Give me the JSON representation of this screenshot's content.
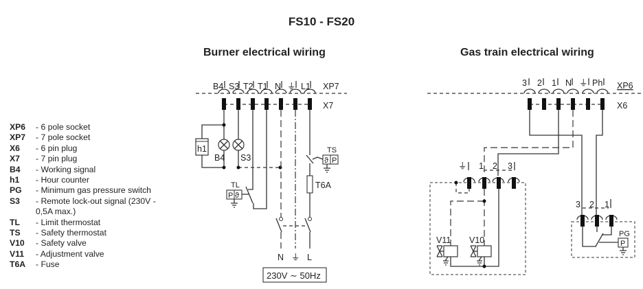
{
  "title": "FS10 - FS20",
  "burner": {
    "subtitle": "Burner electrical wiring",
    "socket_label": "XP7",
    "plug_label": "X7",
    "terminals": [
      "B4",
      "S3",
      "T2",
      "T1",
      "N",
      "⏚",
      "L1"
    ],
    "components": {
      "h1": "h1",
      "b4": "B4",
      "s3": "S3",
      "tl": "TL",
      "tl_p": "P",
      "tl_theta": "ϑ",
      "ts": "TS",
      "ts_p": "P",
      "ts_theta": "ϑ",
      "fuse": "T6A"
    },
    "supply": {
      "n": "N",
      "earth": "⏚",
      "l": "L",
      "rating": "230V ∼ 50Hz"
    }
  },
  "gas": {
    "subtitle": "Gas train electrical wiring",
    "socket_label": "XP6",
    "plug_label": "X6",
    "terminals": [
      "3",
      "2",
      "1",
      "N",
      "⏚",
      "Ph"
    ],
    "valve_terminals": [
      "⏚",
      "1",
      "2",
      "3"
    ],
    "pg_terminals": [
      "3",
      "2",
      "1"
    ],
    "components": {
      "v11": "V11",
      "v10": "V10",
      "pg": "PG",
      "pg_p": "P"
    }
  },
  "legend": [
    {
      "code": "XP6",
      "desc": "- 6 pole socket"
    },
    {
      "code": "XP7",
      "desc": "- 7 pole socket"
    },
    {
      "code": "X6",
      "desc": "- 6 pin plug"
    },
    {
      "code": "X7",
      "desc": "- 7 pin plug"
    },
    {
      "code": "B4",
      "desc": "- Working signal"
    },
    {
      "code": "h1",
      "desc": "- Hour counter"
    },
    {
      "code": "PG",
      "desc": "- Minimum gas pressure switch"
    },
    {
      "code": "S3",
      "desc": "- Remote lock-out signal (230V - 0,5A max.)"
    },
    {
      "code": "TL",
      "desc": "- Limit thermostat"
    },
    {
      "code": "TS",
      "desc": "- Safety thermostat"
    },
    {
      "code": "V10",
      "desc": "- Safety valve"
    },
    {
      "code": "V11",
      "desc": "- Adjustment valve"
    },
    {
      "code": "T6A",
      "desc": "- Fuse"
    }
  ]
}
